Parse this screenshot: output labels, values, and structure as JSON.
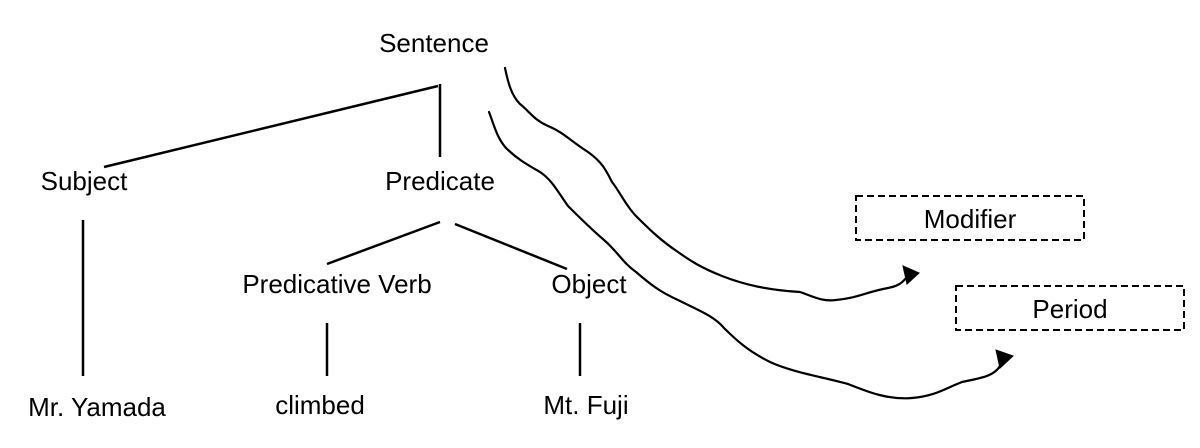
{
  "nodes": {
    "sentence": "Sentence",
    "subject": "Subject",
    "predicate": "Predicate",
    "predicative_verb": "Predicative Verb",
    "object": "Object",
    "mr_yamada": "Mr. Yamada",
    "climbed": "climbed",
    "mt_fuji": "Mt. Fuji"
  },
  "boxes": {
    "modifier": "Modifier",
    "period": "Period"
  },
  "style": {
    "line_color": "#000000",
    "background": "#ffffff"
  }
}
